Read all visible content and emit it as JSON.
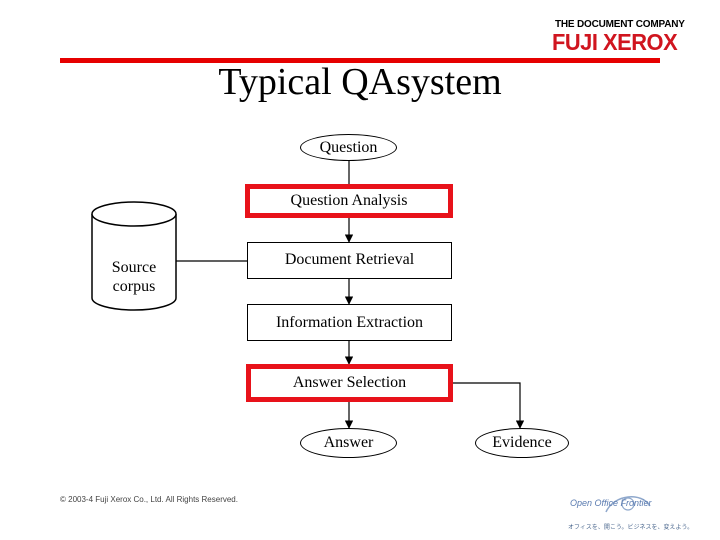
{
  "branding": {
    "company_tag": "THE DOCUMENT COMPANY",
    "brand": "FUJI XEROX",
    "brand_color": "#d0151f",
    "footer_logo_name": "Open Office Frontier",
    "footer_logo_tagline": "オフィスを、開こう。ビジネスを、変えよう。",
    "footer_logo_color": "#5a7bb0"
  },
  "slide": {
    "title": "Typical QAsystem",
    "accent_color": "#e60000",
    "highlight_color": "#e8121a"
  },
  "diagram": {
    "nodes": {
      "question": "Question",
      "question_analysis": "Question Analysis",
      "document_retrieval": "Document Retrieval",
      "information_extraction": "Information Extraction",
      "answer_selection": "Answer Selection",
      "answer": "Answer",
      "evidence": "Evidence",
      "source_corpus": "Source\ncorpus"
    }
  },
  "footer": {
    "copyright": "© 2003-4 Fuji Xerox Co., Ltd. All Rights Reserved."
  }
}
